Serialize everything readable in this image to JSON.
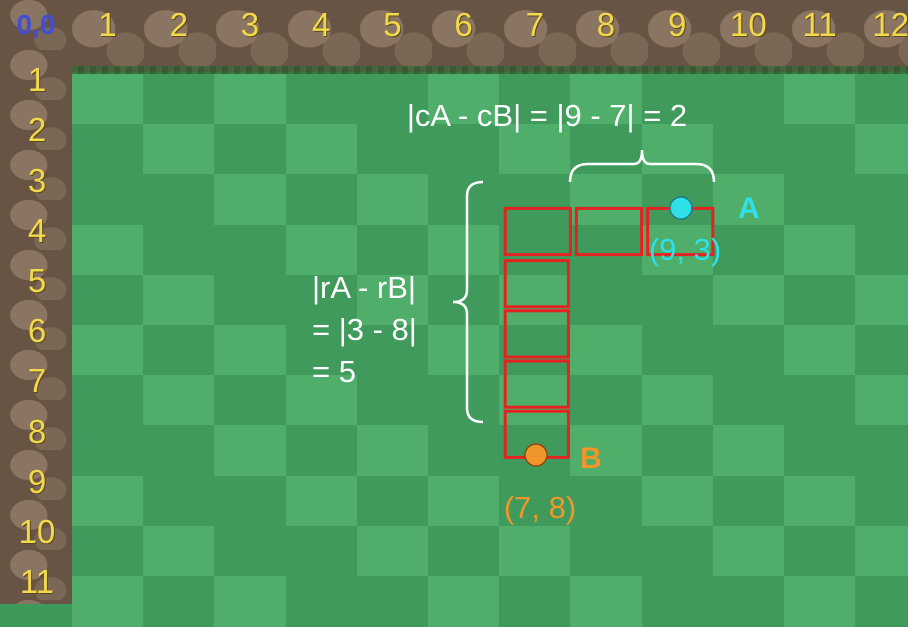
{
  "origin_label": "0,0",
  "col_labels": [
    "1",
    "2",
    "3",
    "4",
    "5",
    "6",
    "7",
    "8",
    "9",
    "10",
    "11",
    "12"
  ],
  "row_labels": [
    "1",
    "2",
    "3",
    "4",
    "5",
    "6",
    "7",
    "8",
    "9",
    "10",
    "11"
  ],
  "colors": {
    "grass_light": "#4fae6a",
    "grass_dark": "#3f9a5b",
    "wall": "#685445",
    "highlight": "#e52222",
    "point_a": "#2fe0e8",
    "point_b": "#f0962a",
    "label_white": "#ffffff",
    "coord_number": "#f2d84a",
    "origin": "#3f4fd9"
  },
  "point_a": {
    "letter": "A",
    "coords_label": "(9, 3)",
    "col": 9,
    "row": 3
  },
  "point_b": {
    "letter": "B",
    "coords_label": "(7, 8)",
    "col": 7,
    "row": 8
  },
  "highlight_row_cols": [
    7,
    8,
    9
  ],
  "highlight_col_rows": [
    3,
    4,
    5,
    6,
    7
  ],
  "col_diff_text": "|cA - cB| = |9 - 7| = 2",
  "row_diff_lines": [
    "|rA - rB|",
    "= |3 - 8|",
    "= 5"
  ]
}
